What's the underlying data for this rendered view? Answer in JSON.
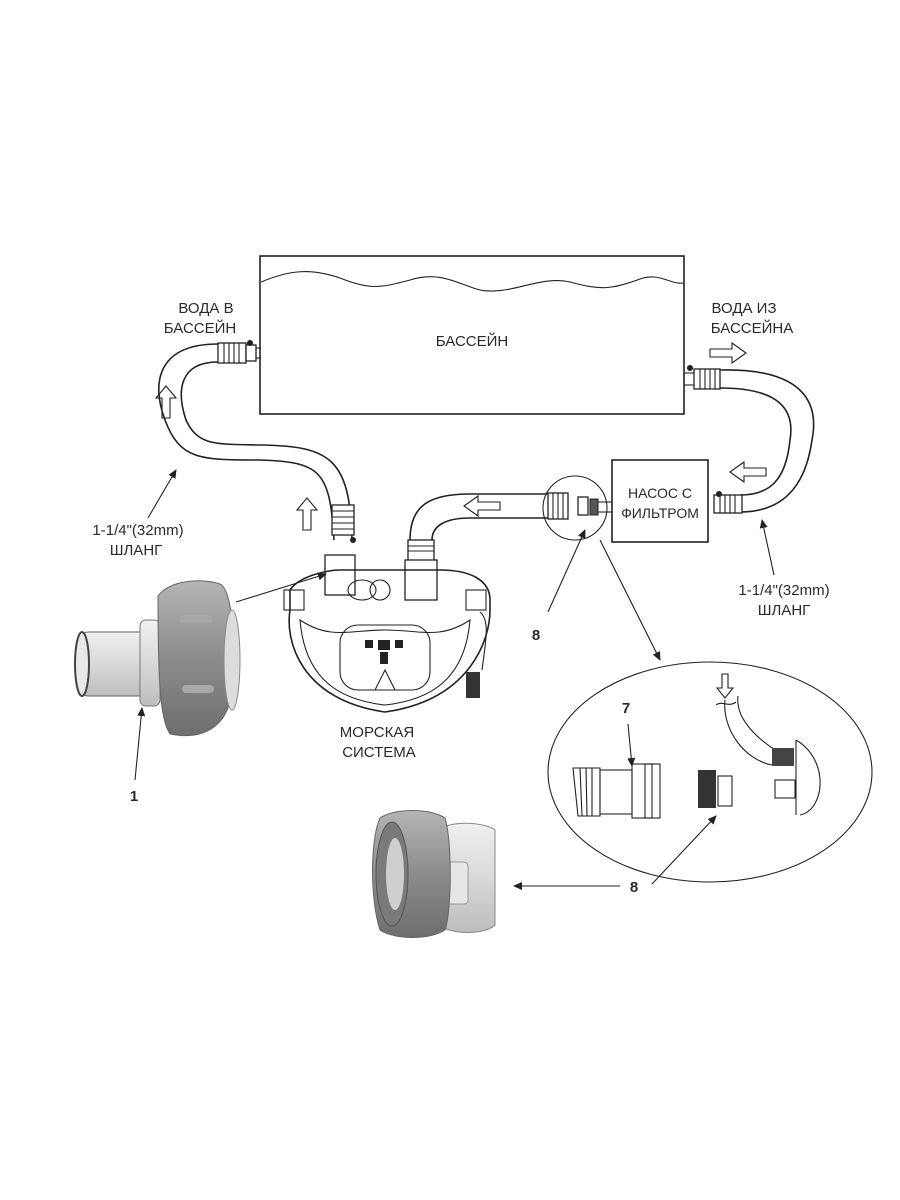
{
  "diagram": {
    "pool": {
      "label": "БАССЕЙН"
    },
    "labels": {
      "water_in_line1": "ВОДА В",
      "water_in_line2": "БАССЕЙН",
      "water_out_line1": "ВОДА ИЗ",
      "water_out_line2": "БАССЕЙНА",
      "pump_line1": "НАСОС С",
      "pump_line2": "ФИЛЬТРОМ",
      "hose_left_line1": "1-1/4\"(32mm)",
      "hose_left_line2": "ШЛАНГ",
      "hose_right_line1": "1-1/4\"(32mm)",
      "hose_right_line2": "ШЛАНГ",
      "system_line1": "МОРСКАЯ",
      "system_line2": "СИСТЕМА"
    },
    "part_numbers": {
      "adapter_1": "1",
      "adapter_8_top": "8",
      "part_7": "7",
      "adapter_8_bottom": "8"
    },
    "colors": {
      "line": "#222222",
      "part_gray": "#8c8c8c",
      "part_light": "#d6d6d6"
    }
  }
}
